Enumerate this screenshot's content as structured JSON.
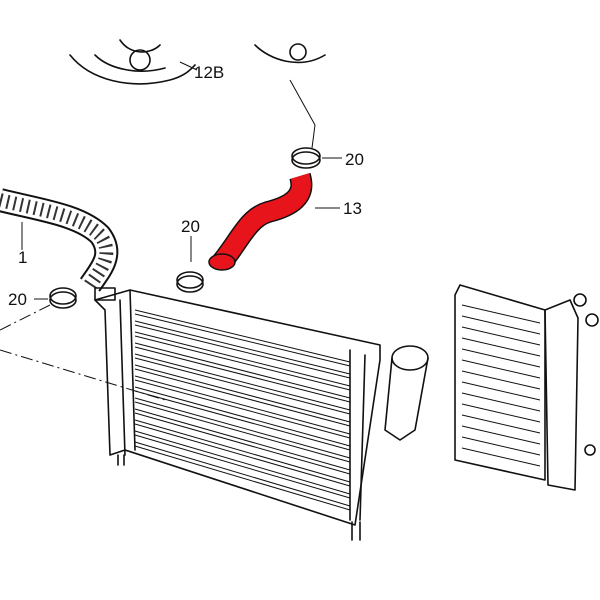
{
  "diagram": {
    "highlight_color": "#e8141b",
    "labels": {
      "part_12b": "12B",
      "clamp_top": "20",
      "hose_13": "13",
      "clamp_mid": "20",
      "hose_1": "1",
      "clamp_left": "20"
    }
  }
}
